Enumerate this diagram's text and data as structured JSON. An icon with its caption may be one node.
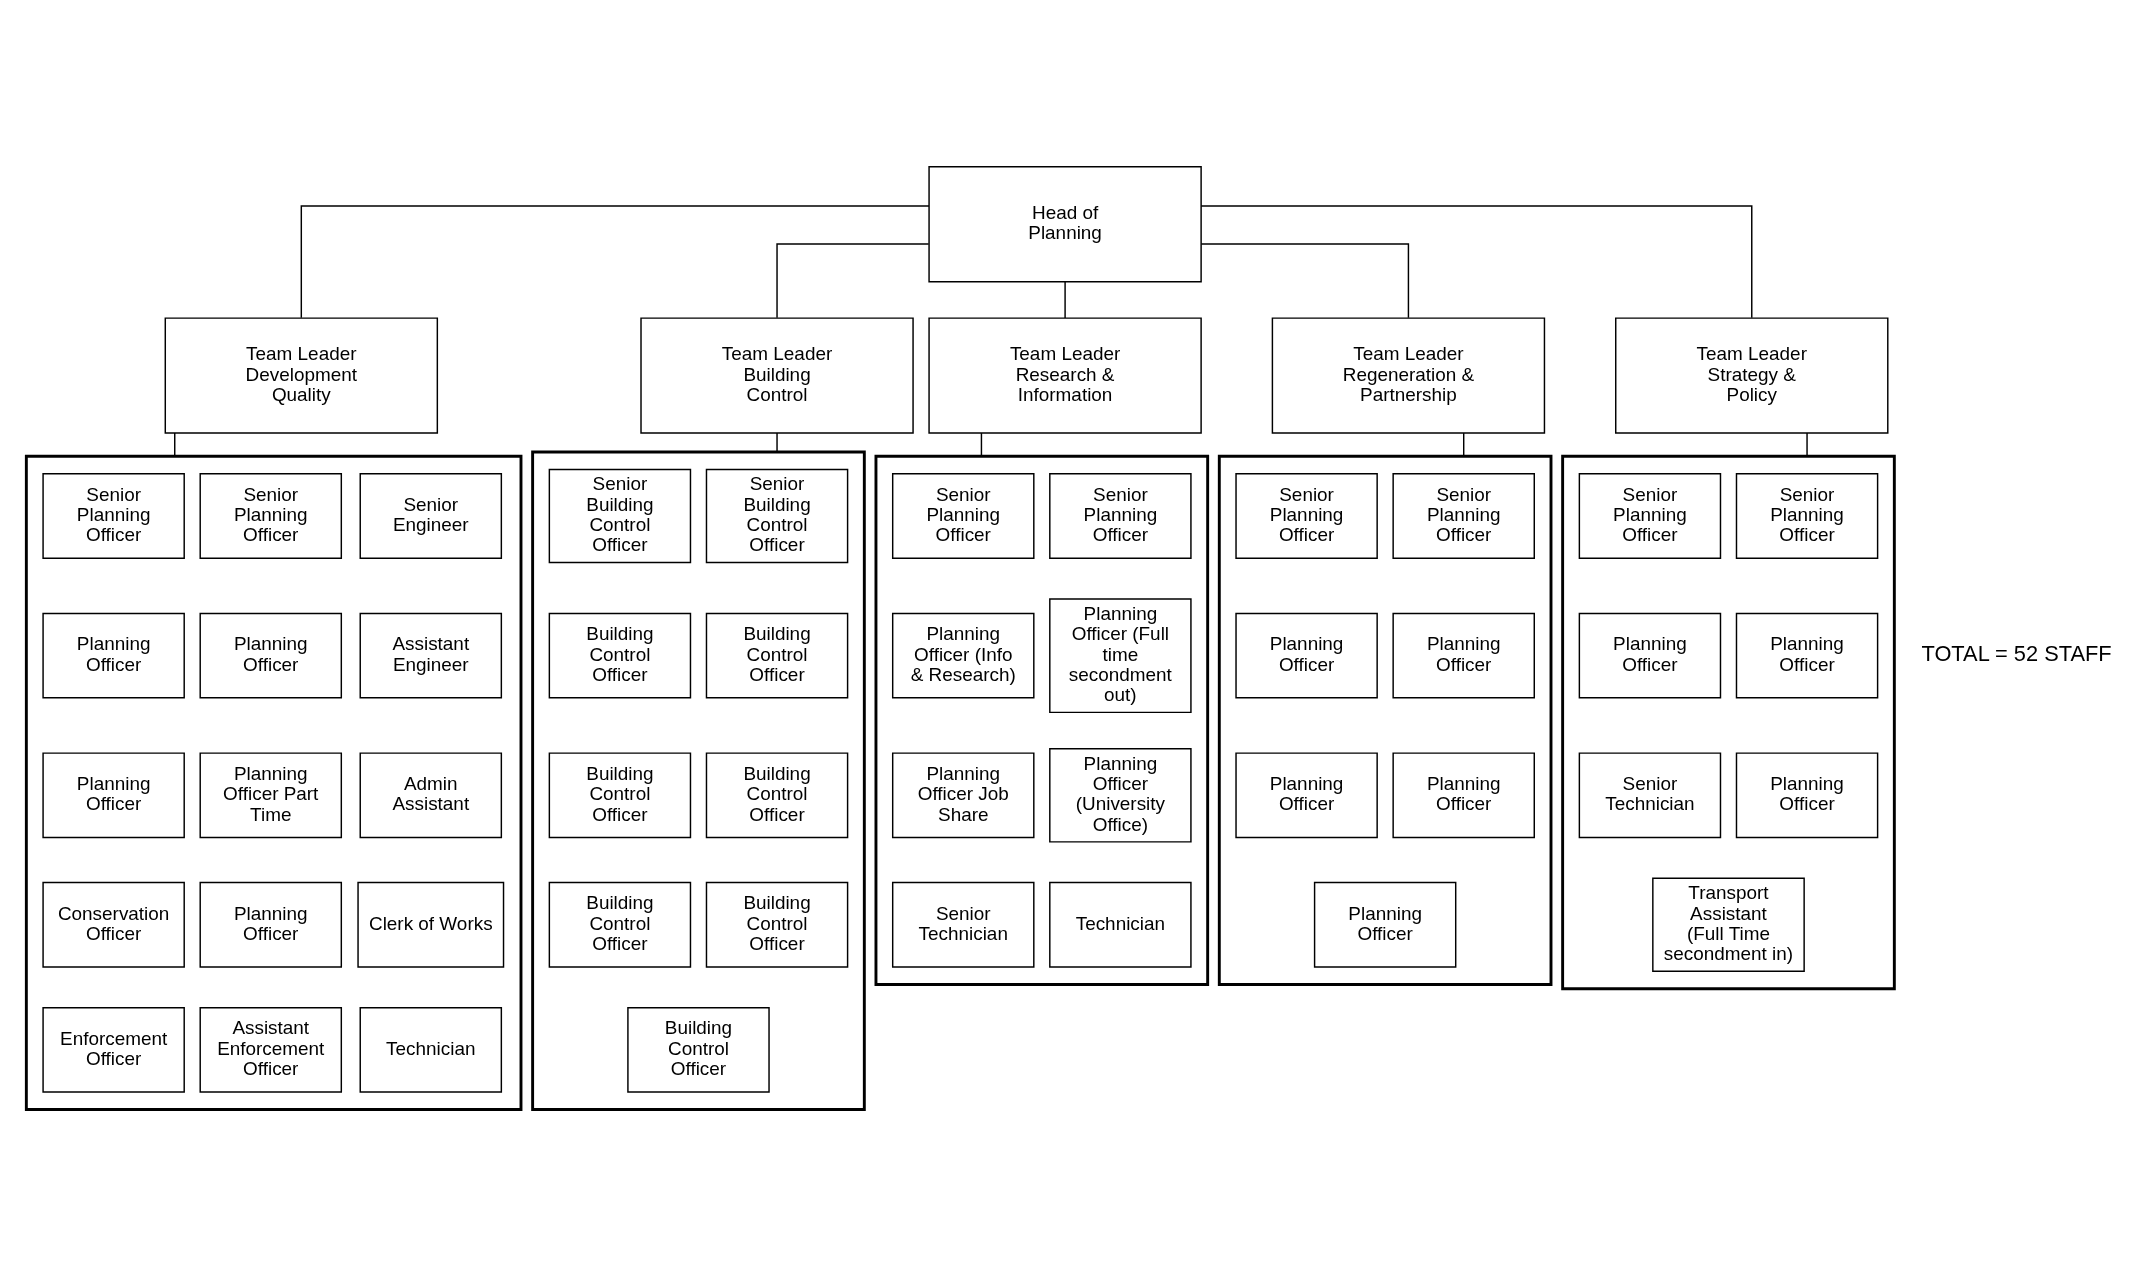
{
  "diagram": {
    "nodes": [
      {
        "text": [
          "Head of Planning"
        ]
      },
      {
        "text": [
          "Team Leader Development Quality"
        ]
      },
      {
        "text": [
          "Team Leader Building Control"
        ]
      },
      {
        "text": [
          "Team Leader Research & Information"
        ]
      },
      {
        "text": [
          "Team Leader Regeneration & Partnership"
        ]
      },
      {
        "text": [
          "Team Leader Strategy & Policy"
        ]
      },
      {
        "text": [],
        "shape": "box"
      },
      {
        "text": [
          "Senior Planning Officer"
        ],
        "in": 6
      },
      {
        "text": [
          "Senior Planning Officer"
        ],
        "in": 6
      },
      {
        "text": [
          "Senior Engineer"
        ],
        "in": 6
      },
      {
        "text": [
          "Planning Officer"
        ],
        "in": 6
      },
      {
        "text": [
          "Planning Officer"
        ],
        "in": 6
      },
      {
        "text": [
          "Assistant Engineer"
        ],
        "in": 6
      },
      {
        "text": [
          "Planning Officer"
        ],
        "in": 6
      },
      {
        "text": [
          "Planning Officer Part Time"
        ],
        "in": 6
      },
      {
        "text": [
          "Admin Assistant"
        ],
        "in": 6
      },
      {
        "text": [
          "Conservation Officer"
        ],
        "in": 6
      },
      {
        "text": [
          "Planning Officer"
        ],
        "in": 6
      },
      {
        "text": [
          "Clerk of Works"
        ],
        "in": 6
      },
      {
        "text": [
          "Enforcement Officer"
        ],
        "in": 6
      },
      {
        "text": [
          "Assistant Enforcement Officer"
        ],
        "in": 6
      },
      {
        "text": [
          "Technician"
        ],
        "in": 6
      },
      {
        "text": [],
        "shape": "box"
      },
      {
        "text": [
          "Senior Building Control Officer"
        ],
        "in": 22
      },
      {
        "text": [
          "Senior Building Control Officer"
        ],
        "in": 22
      },
      {
        "text": [
          "Building Control Officer"
        ],
        "in": 22
      },
      {
        "text": [
          "Building Control Officer"
        ],
        "in": 22
      },
      {
        "text": [
          "Building Control Officer"
        ],
        "in": 22
      },
      {
        "text": [
          "Building Control Officer"
        ],
        "in": 22
      },
      {
        "text": [
          "Building Control Officer"
        ],
        "in": 22
      },
      {
        "text": [
          "Building Control Officer"
        ],
        "in": 22
      },
      {
        "text": [
          "Building Control Officer"
        ],
        "in": 22
      },
      {
        "text": [],
        "shape": "box"
      },
      {
        "text": [
          "Senior Planning Officer"
        ],
        "in": 32
      },
      {
        "text": [
          "Senior Planning Officer"
        ],
        "in": 32
      },
      {
        "text": [
          "Planning Officer (Info & Research)"
        ],
        "in": 32
      },
      {
        "text": [
          "Planning Officer (Full time secondment out)"
        ],
        "in": 32
      },
      {
        "text": [
          "Planning Officer Job Share"
        ],
        "in": 32
      },
      {
        "text": [
          "Planning Officer (University Office)"
        ],
        "in": 32
      },
      {
        "text": [
          "Senior Technician"
        ],
        "in": 32
      },
      {
        "text": [
          "Technician"
        ],
        "in": 32
      },
      {
        "text": [],
        "shape": "box"
      },
      {
        "text": [
          "Senior Planning Officer"
        ],
        "in": 41
      },
      {
        "text": [
          "Senior Planning Officer"
        ],
        "in": 41
      },
      {
        "text": [
          "Planning Officer"
        ],
        "in": 41
      },
      {
        "text": [
          "Planning Officer"
        ],
        "in": 41
      },
      {
        "text": [
          "Planning Officer"
        ],
        "in": 41
      },
      {
        "text": [
          "Planning Officer"
        ],
        "in": 41
      },
      {
        "text": [
          "Planning Officer"
        ],
        "in": 41
      },
      {
        "text": [],
        "shape": "box"
      },
      {
        "text": [
          "Senior Planning Officer"
        ],
        "in": 49
      },
      {
        "text": [
          "Senior Planning Officer"
        ],
        "in": 49
      },
      {
        "text": [
          "Planning Officer"
        ],
        "in": 49
      },
      {
        "text": [
          "Planning Officer"
        ],
        "in": 49
      },
      {
        "text": [
          "Planning Officer"
        ],
        "in": 49
      },
      {
        "text": [
          "Senior Technician"
        ],
        "in": 49
      },
      {
        "text": [
          "Transport Assistant (Full Time secondment in)"
        ],
        "in": 49
      }
    ],
    "edges": [
      {
        "from": 0,
        "to": 1,
        "arrow": "none"
      },
      {
        "from": 0,
        "to": 2,
        "arrow": "none"
      },
      {
        "from": 0,
        "to": 3,
        "arrow": "none"
      },
      {
        "from": 0,
        "to": 4,
        "arrow": "none"
      },
      {
        "from": 0,
        "to": 5,
        "arrow": "none"
      },
      {
        "from": 1,
        "to": 6,
        "arrow": "none"
      },
      {
        "from": 2,
        "to": 22,
        "arrow": "none"
      },
      {
        "from": 3,
        "to": 32,
        "arrow": "none"
      },
      {
        "from": 4,
        "to": 41,
        "arrow": "none"
      },
      {
        "from": 5,
        "to": 49,
        "arrow": "none"
      }
    ],
    "labels": [
      "TOTAL = 52 STAFF"
    ]
  }
}
